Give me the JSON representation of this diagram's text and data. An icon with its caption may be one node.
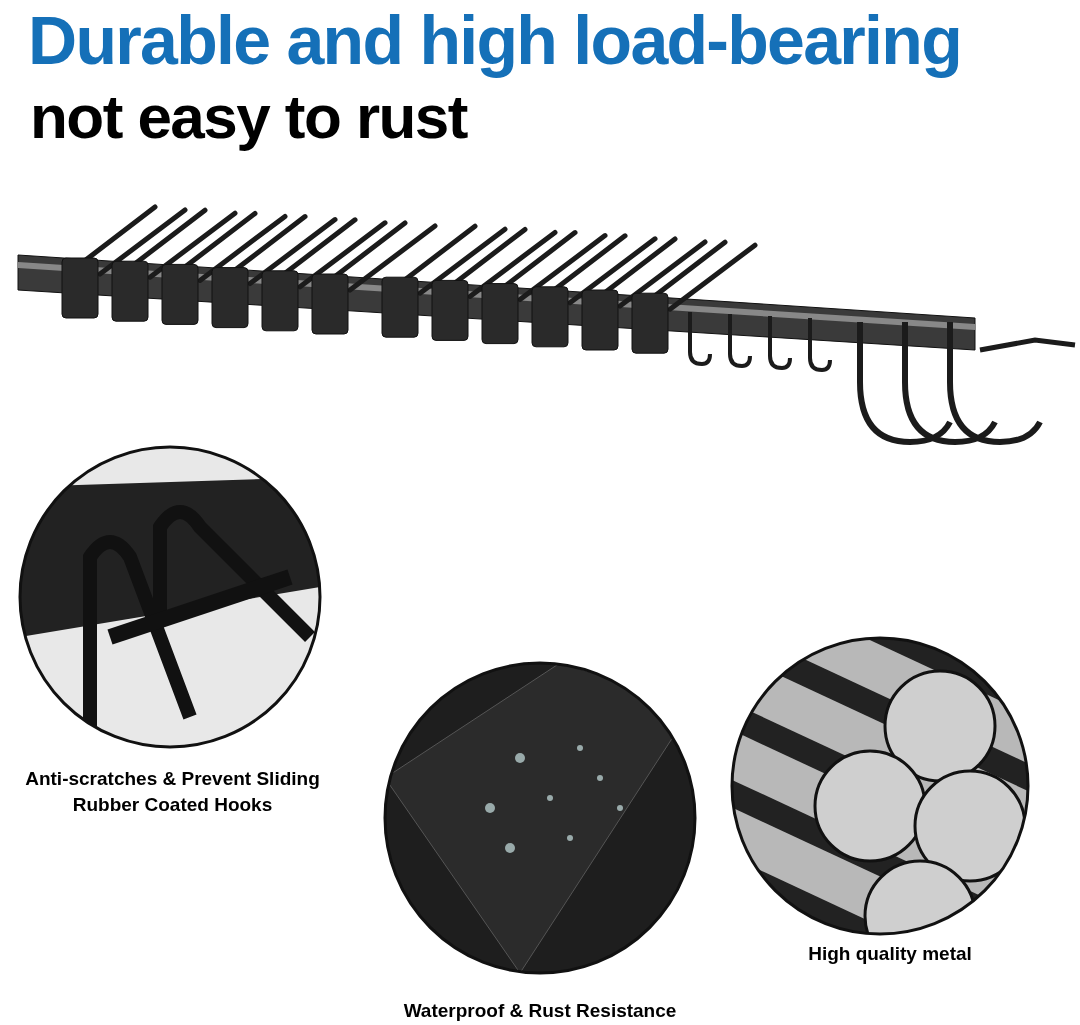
{
  "diagram": {
    "title": "Durable and high load-bearing",
    "labels": [
      "not easy to rust",
      "Anti-scratches & Prevent Sliding Rubber Coated Hooks",
      "Waterproof & Rust Resistance",
      "High quality metal"
    ]
  }
}
